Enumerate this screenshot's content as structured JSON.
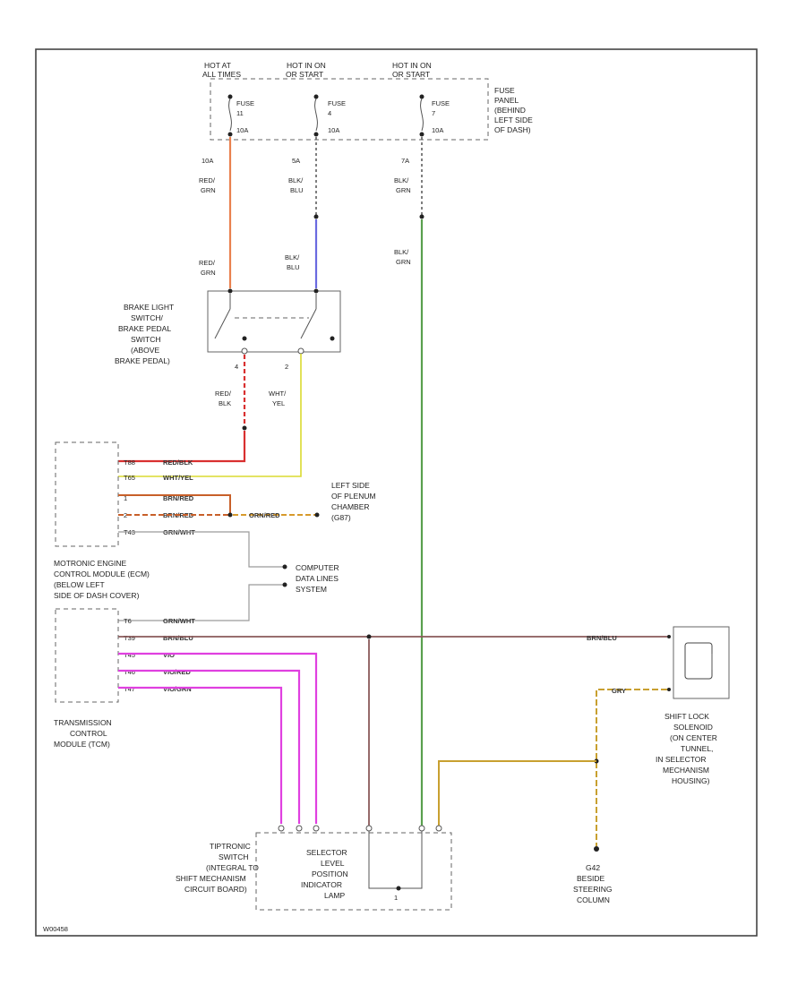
{
  "power_sources": [
    {
      "line1": "HOT AT",
      "line2": "ALL TIMES",
      "fuse": "FUSE",
      "fuse_no": "11",
      "fuse_rating": "10A",
      "wire_size": "10A"
    },
    {
      "line1": "HOT IN ON",
      "line2": "OR START",
      "fuse": "FUSE",
      "fuse_no": "4",
      "fuse_rating": "10A",
      "wire_size": "5A"
    },
    {
      "line1": "HOT IN ON",
      "line2": "OR START",
      "fuse": "FUSE",
      "fuse_no": "7",
      "fuse_rating": "10A",
      "wire_size": "7A"
    }
  ],
  "fuse_panel_label": [
    "FUSE",
    "PANEL",
    "(BEHIND",
    "LEFT SIDE",
    "OF DASH)"
  ],
  "wires": {
    "red_grn_top": [
      "RED/",
      "GRN"
    ],
    "blk_blu_top": [
      "BLK/",
      "BLU"
    ],
    "blk_grn_top": [
      "BLK/",
      "GRN"
    ],
    "red_grn_mid": [
      "RED/",
      "GRN"
    ],
    "blk_blu_mid": [
      "BLK/",
      "BLU"
    ],
    "blk_grn_mid": [
      "BLK/",
      "GRN"
    ],
    "red_blk": [
      "RED/",
      "BLK"
    ],
    "wht_yel": [
      "WHT/",
      "YEL"
    ]
  },
  "brake_switch_label": [
    "BRAKE LIGHT",
    "SWITCH/",
    "BRAKE PEDAL",
    "SWITCH",
    "(ABOVE",
    "BRAKE PEDAL)"
  ],
  "switch_pins": {
    "left": "4",
    "right": "2"
  },
  "ecm_pins": [
    {
      "pin": "T88",
      "wire": "RED/BLK"
    },
    {
      "pin": "T65",
      "wire": "WHT/YEL"
    },
    {
      "pin": "1",
      "wire": "BRN/RED"
    },
    {
      "pin": "2",
      "wire": "BRN/RED"
    },
    {
      "pin": "T43",
      "wire": "GRN/WHT"
    }
  ],
  "ground_wire": "ORN/RED",
  "ground_label": [
    "LEFT SIDE",
    "OF PLENUM",
    "CHAMBER",
    "(G87)"
  ],
  "ecm_label": [
    "MOTRONIC ENGINE",
    "CONTROL MODULE (ECM)",
    "(BELOW LEFT",
    "SIDE OF DASH COVER)"
  ],
  "computer_data_label": [
    "COMPUTER",
    "DATA LINES",
    "SYSTEM"
  ],
  "tcm_pins": [
    {
      "pin": "T6",
      "wire": "GRN/WHT"
    },
    {
      "pin": "T39",
      "wire": "BRN/BLU"
    },
    {
      "pin": "T45",
      "wire": "VIO"
    },
    {
      "pin": "T46",
      "wire": "VIO/RED"
    },
    {
      "pin": "T47",
      "wire": "VIO/GRN"
    }
  ],
  "tcm_label": [
    "TRANSMISSION",
    "CONTROL",
    "MODULE (TCM)"
  ],
  "shift_lock_wire": "BRN/BLU",
  "shift_lock_wire2": "GRY",
  "shift_lock_label": [
    "SHIFT LOCK",
    "SOLENOID",
    "(ON CENTER",
    "TUNNEL,",
    "IN SELECTOR",
    "MECHANISM",
    "HOUSING)"
  ],
  "ground_g42": [
    "G42",
    "BESIDE",
    "STEERING",
    "COLUMN"
  ],
  "tiptronic_label": [
    "TIPTRONIC",
    "SWITCH",
    "(INTEGRAL TO",
    "SHIFT MECHANISM",
    "CIRCUIT BOARD)"
  ],
  "selector_label": [
    "SELECTOR",
    "LEVEL",
    "POSITION",
    "INDICATOR",
    "LAMP"
  ],
  "lamp_pin": "1",
  "diagram_code": "W00458",
  "colors": {
    "red_grn": "#e9814e",
    "blk_blu": "#6a6ae0",
    "blk_grn": "#5aa04e",
    "red_blk": "#d93030",
    "wht_yel": "#dada30",
    "brn_red": "#c8602a",
    "orn_red": "#d79a2c",
    "grn_wht": "#9a9a9a",
    "brn_blu": "#8a5a5a",
    "vio": "#e040e0",
    "gry": "#c8a030"
  }
}
